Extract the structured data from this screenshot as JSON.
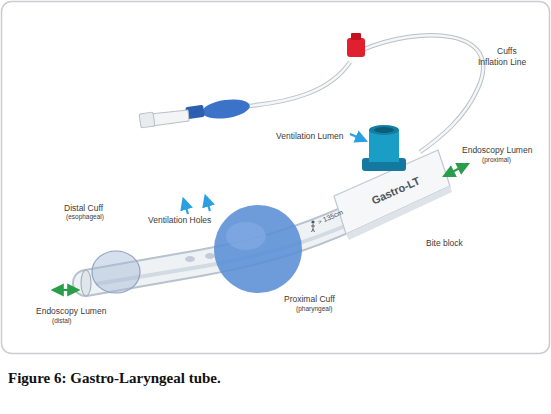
{
  "diagram": {
    "caption": "Figure 6: Gastro-Laryngeal tube.",
    "labels": [
      "Cuffs",
      "Inflation Line",
      "Ventilation Lumen",
      "Endoscopy Lumen",
      "(proximal)",
      "Distal Cuff",
      "(esophageal)",
      "Ventilation Holes",
      "Bite block",
      "Endoscopy Lumen",
      "(distal)",
      "Proximal Cuff",
      "(pharyngeal)",
      "Gastro-LT",
      "> 135cm"
    ]
  }
}
